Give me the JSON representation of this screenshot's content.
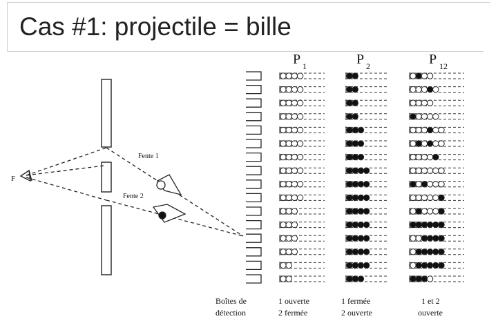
{
  "slide": {
    "title": "Cas #1:  projectile = bille"
  },
  "diagram": {
    "source_label": "F",
    "slit1_label": "Fente 1",
    "slit2_label": "Fente 2",
    "columns": [
      {
        "id": "p1",
        "label": "P",
        "subscript": "1",
        "caption_line1": "1 ouverte",
        "caption_line2": "2 fermée"
      },
      {
        "id": "p2",
        "label": "P",
        "subscript": "2",
        "caption_line1": "1 fermée",
        "caption_line2": "2 ouverte"
      },
      {
        "id": "p12",
        "label": "P",
        "subscript": "12",
        "caption_line1": "1 et 2",
        "caption_line2": "ouverte"
      }
    ],
    "boxes_caption_line1": "Boîtes de",
    "boxes_caption_line2": "détection",
    "p1_rows": [
      4,
      4,
      4,
      4,
      4,
      4,
      4,
      4,
      4,
      4,
      3,
      3,
      3,
      3,
      2,
      2
    ],
    "p2_rows": [
      2,
      2,
      2,
      2,
      3,
      3,
      3,
      4,
      4,
      4,
      4,
      4,
      4,
      4,
      4,
      3
    ],
    "p12_rows": [
      "oboo",
      "ooobo",
      "oooo",
      "boooo",
      "oooboo",
      "oboboo",
      "oooob",
      "oooooo",
      "bobooo",
      "ooooob",
      "obooob",
      "bbbbbb",
      "oobbbb",
      "obbbbb",
      "obbbbb",
      "bbbo"
    ]
  }
}
